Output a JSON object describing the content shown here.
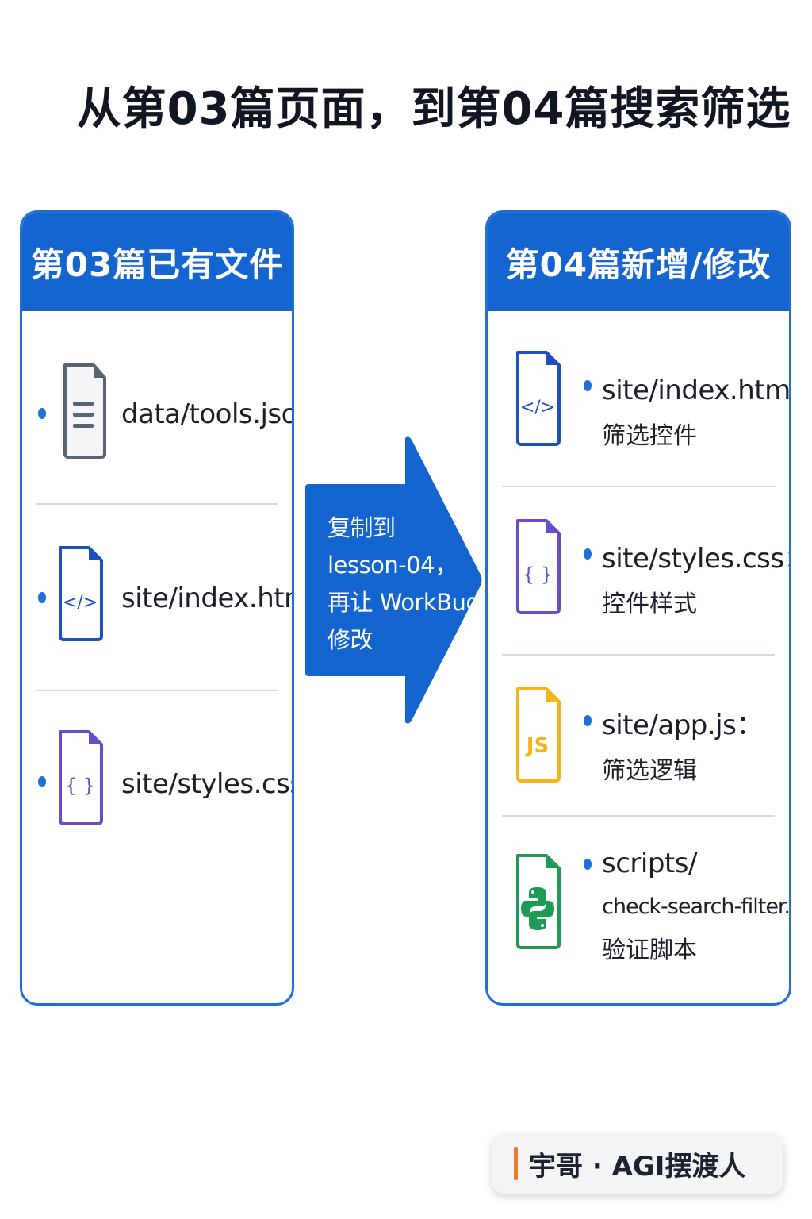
{
  "title": "从第03篇页面，到第04篇搜索筛选",
  "left_panel": {
    "header": "第03篇已有文件",
    "items": [
      {
        "icon": "json-file-icon",
        "label": "data/tools.json"
      },
      {
        "icon": "html-file-icon",
        "label": "site/index.html"
      },
      {
        "icon": "css-file-icon",
        "label": "site/styles.css"
      }
    ]
  },
  "arrow": {
    "lines": [
      "复制到",
      "lesson-04，",
      "再让 WorkBuddy",
      "修改"
    ]
  },
  "right_panel": {
    "header": "第04篇新增/修改",
    "items": [
      {
        "icon": "html-file-icon",
        "label": "site/index.html：",
        "desc": "筛选控件"
      },
      {
        "icon": "css-file-icon",
        "label": "site/styles.css：",
        "desc": "控件样式"
      },
      {
        "icon": "js-file-icon",
        "label": "site/app.js：",
        "desc": "筛选逻辑"
      },
      {
        "icon": "python-file-icon",
        "label": "scripts/",
        "label2": "check-search-filter.py：",
        "desc": "验证脚本"
      }
    ]
  },
  "badge": {
    "text": "宇哥 · AGI摆渡人"
  },
  "colors": {
    "primary": "#1565d0",
    "html": "#1e4fc1",
    "css": "#6a4cc8",
    "js": "#f2b418",
    "python": "#1f9a55",
    "json": "#5b6270",
    "badge_accent": "#f07a2a"
  }
}
